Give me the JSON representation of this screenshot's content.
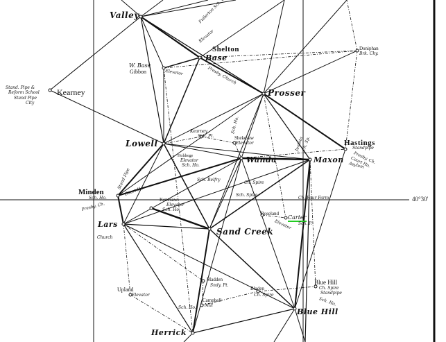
{
  "parallel_label": "40°30'",
  "highlight_color": "#22cc22",
  "stations": {
    "valley": "Valley",
    "shelton": "Shelton",
    "base": "Base",
    "wbase": "W. Base",
    "gibbon": "Gibbon",
    "gibbon_elev": "Elevator",
    "shelton_elev": "Elevator",
    "shelton_fm": "Fullerton Sch. Chy.",
    "shelton_church": "Presby. Church",
    "kearney": "Kearney",
    "kearney_sp1": "Stand. Pipe &",
    "kearney_sp2": "Reform School",
    "kearney_sp3": "Stand Pipe",
    "kearney_sp4": "City",
    "prosser": "Prosser",
    "doniphan": "Doniphan",
    "doniphan_sub": "Brk. Chy.",
    "lowell": "Lowell",
    "kearney_pt": "Kearney",
    "kearney_pt_sub": "Sch. Pt.",
    "shekesaw": "Shekesaw",
    "shekesaw_sub": "Elevator",
    "sch_ho": "Sch. Ho.",
    "juniata": "Juniata",
    "juniata_sub": "Ch. Sp.",
    "wanda": "Wanda",
    "maxon": "Maxon",
    "hastings": "Hastings",
    "hastings_sub1": "Standpipe",
    "hastings_sub2": "Presby. Ch.",
    "hastings_sub3": "Court Ho.",
    "hastings_sub4": "Asylum",
    "holdrege": "Holdrege",
    "holdrege_sub1": "Elevator",
    "holdrege_sub2": "Sch. Ho.",
    "sch_belfry": "Sch. Belfry",
    "ch_spire": "Ch. Spire",
    "sch_spire": "Sch. Spire",
    "ch_four": "Ch. Four Farm",
    "minden": "Minden",
    "minden_sub1": "Sch. Ho.",
    "minden_sub2": "Presby. Ch.",
    "minden_sub3": "Court Ho.",
    "minden_sub4": "Stand Pipe",
    "kenesaw": "Kenesaw",
    "kenesaw_sub1": "Elevator",
    "kenesaw_sub2": "Sch. Ho.",
    "lars": "Lars",
    "church": "Church",
    "sand_creek": "Sand Creek",
    "roseland": "Roseland",
    "roseland_sub": "Elevator",
    "carter": "Carter",
    "carter_sub": "Sch. P.",
    "madden": "Madden",
    "madden_sub": "Sndy. Pt.",
    "campbell": "Campbell",
    "campbell_sub": "Mill",
    "sch_ho2": "Sch. Ho.",
    "upland": "Upland",
    "upland_sub": "Elevator",
    "bladen": "Bladen",
    "bladen_sub": "Ch. Spire",
    "bluehill_town": "Blue Hill",
    "bluehill_sub1": "Ch. Spire",
    "bluehill_sub2": "Standpipe",
    "bluehill_sub3": "Sch. Ho.",
    "bluehill": "Blue Hill",
    "herrick": "Herrick"
  }
}
